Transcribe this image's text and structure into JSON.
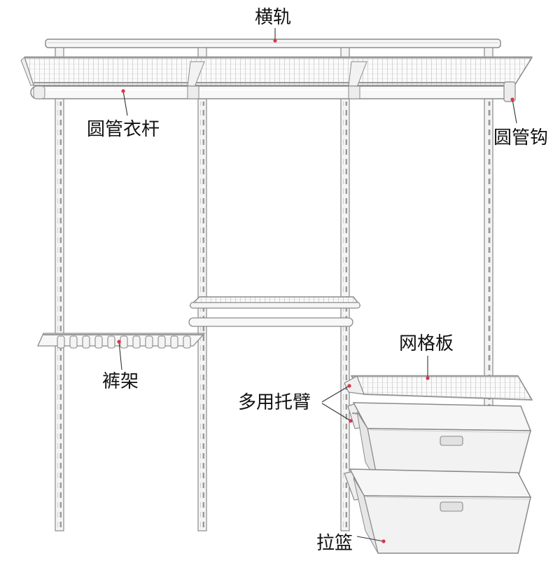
{
  "labels": {
    "top_rail": "横轨",
    "hanging_rod": "圆管衣杆",
    "rod_hook": "圆管钩",
    "trouser_rack": "裤架",
    "wire_shelf": "网格板",
    "multi_bracket": "多用托臂",
    "pull_basket": "拉篮"
  },
  "colors": {
    "outline": "#8a8a8a",
    "fill": "#f7f7f7",
    "marker": "#d8344f",
    "text": "#111111"
  }
}
